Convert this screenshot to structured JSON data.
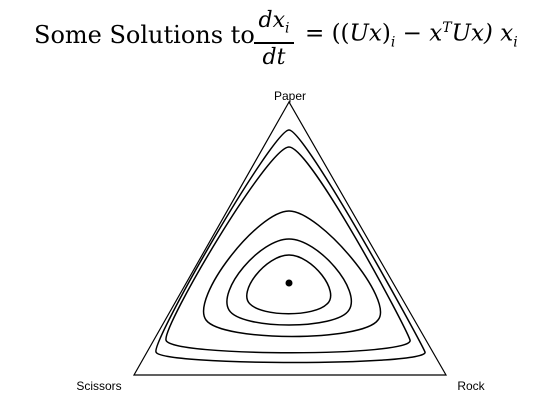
{
  "title": {
    "prefix": "Some Solutions to",
    "frac_num": "dx",
    "frac_num_sub": "i",
    "frac_den": "dt",
    "rhs_1": "= ((",
    "rhs_2": "Ux",
    "rhs_3": ")",
    "rhs_sub_i": "i",
    "rhs_4": " − x",
    "rhs_sup_T": "T",
    "rhs_5": "Ux) x",
    "rhs_sub_i2": "i"
  },
  "vertices": {
    "top": "Paper",
    "left": "Scissors",
    "right": "Rock"
  },
  "diagram": {
    "orbit_count": 5,
    "equilibrium": "center point",
    "line_color": "#000000"
  }
}
